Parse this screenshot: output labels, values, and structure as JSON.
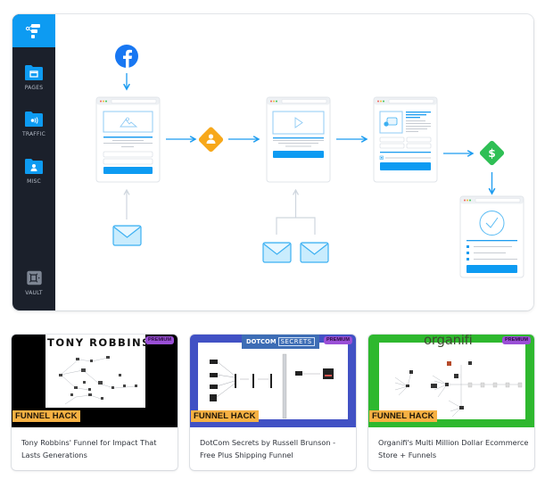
{
  "sidebar": {
    "logo_icon": "funnel-logo-icon",
    "items": [
      {
        "label": "PAGES",
        "icon": "pages-folder-icon"
      },
      {
        "label": "TRAFFIC",
        "icon": "traffic-folder-icon"
      },
      {
        "label": "MISC",
        "icon": "misc-folder-icon"
      },
      {
        "label": "VAULT",
        "icon": "vault-icon"
      }
    ]
  },
  "colors": {
    "accent": "#0d9bf2",
    "sidebar_bg": "#1b202b",
    "lead_diamond": "#f7a81b",
    "sale_diamond": "#2fbf55",
    "facebook": "#1877f2",
    "premium_badge": "#9a4fd6",
    "funnel_hack_badge": "#f6b143"
  },
  "diagram": {
    "nodes": [
      {
        "id": "facebook",
        "type": "traffic-source",
        "icon": "facebook-icon"
      },
      {
        "id": "optin-page",
        "type": "page",
        "content": "image + form"
      },
      {
        "id": "lead",
        "type": "event",
        "icon": "user-icon"
      },
      {
        "id": "video-page",
        "type": "page",
        "content": "video"
      },
      {
        "id": "order-page",
        "type": "page",
        "content": "order form"
      },
      {
        "id": "sale",
        "type": "event",
        "icon": "dollar-icon"
      },
      {
        "id": "thank-you-page",
        "type": "page",
        "content": "checkmark"
      },
      {
        "id": "email-1",
        "type": "email",
        "icon": "envelope-icon"
      },
      {
        "id": "email-2",
        "type": "email",
        "icon": "envelope-icon"
      },
      {
        "id": "email-3",
        "type": "email",
        "icon": "envelope-icon"
      }
    ]
  },
  "cards": [
    {
      "brand": "TONY ROBBINS",
      "premium_label": "PREMIUM",
      "hack_label": "FUNNEL HACK",
      "title": "Tony Robbins' Funnel for Impact That Lasts Generations",
      "frame_color": "#000000"
    },
    {
      "brand": "DOTCOM",
      "brand_suffix": "SECRETS",
      "premium_label": "PREMIUM",
      "hack_label": "FUNNEL HACK",
      "title": "DotCom Secrets by Russell Brunson - Free Plus Shipping Funnel",
      "frame_color": "#4151c4"
    },
    {
      "brand": "organifi",
      "premium_label": "PREMIUM",
      "hack_label": "FUNNEL HACK",
      "title": "Organifi's Multi Million Dollar Ecommerce Store + Funnels",
      "frame_color": "#2eb82e"
    }
  ]
}
